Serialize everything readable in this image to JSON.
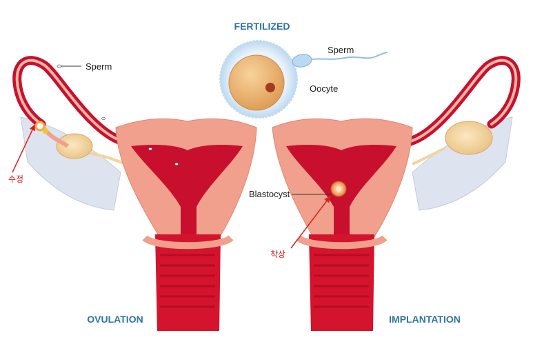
{
  "titles": {
    "top": "FERTILIZED",
    "left": "OVULATION",
    "right": "IMPLANTATION"
  },
  "labels": {
    "sperm_left": "Sperm",
    "sperm_top": "Sperm",
    "oocyte": "Oocyte",
    "blastocyst": "Blastocyst"
  },
  "annotations": {
    "fertilization": "수정",
    "implantation": "착상"
  },
  "colors": {
    "title_blue": "#2f73a8",
    "annotation_red": "#e0201e",
    "uterus_outer": "#f0a08c",
    "uterus_cavity": "#c8102e",
    "cervix": "#d3142c",
    "membrane": "#dde3ef",
    "ovary": "#f3d49c",
    "oocyte": "#e9b06a"
  }
}
